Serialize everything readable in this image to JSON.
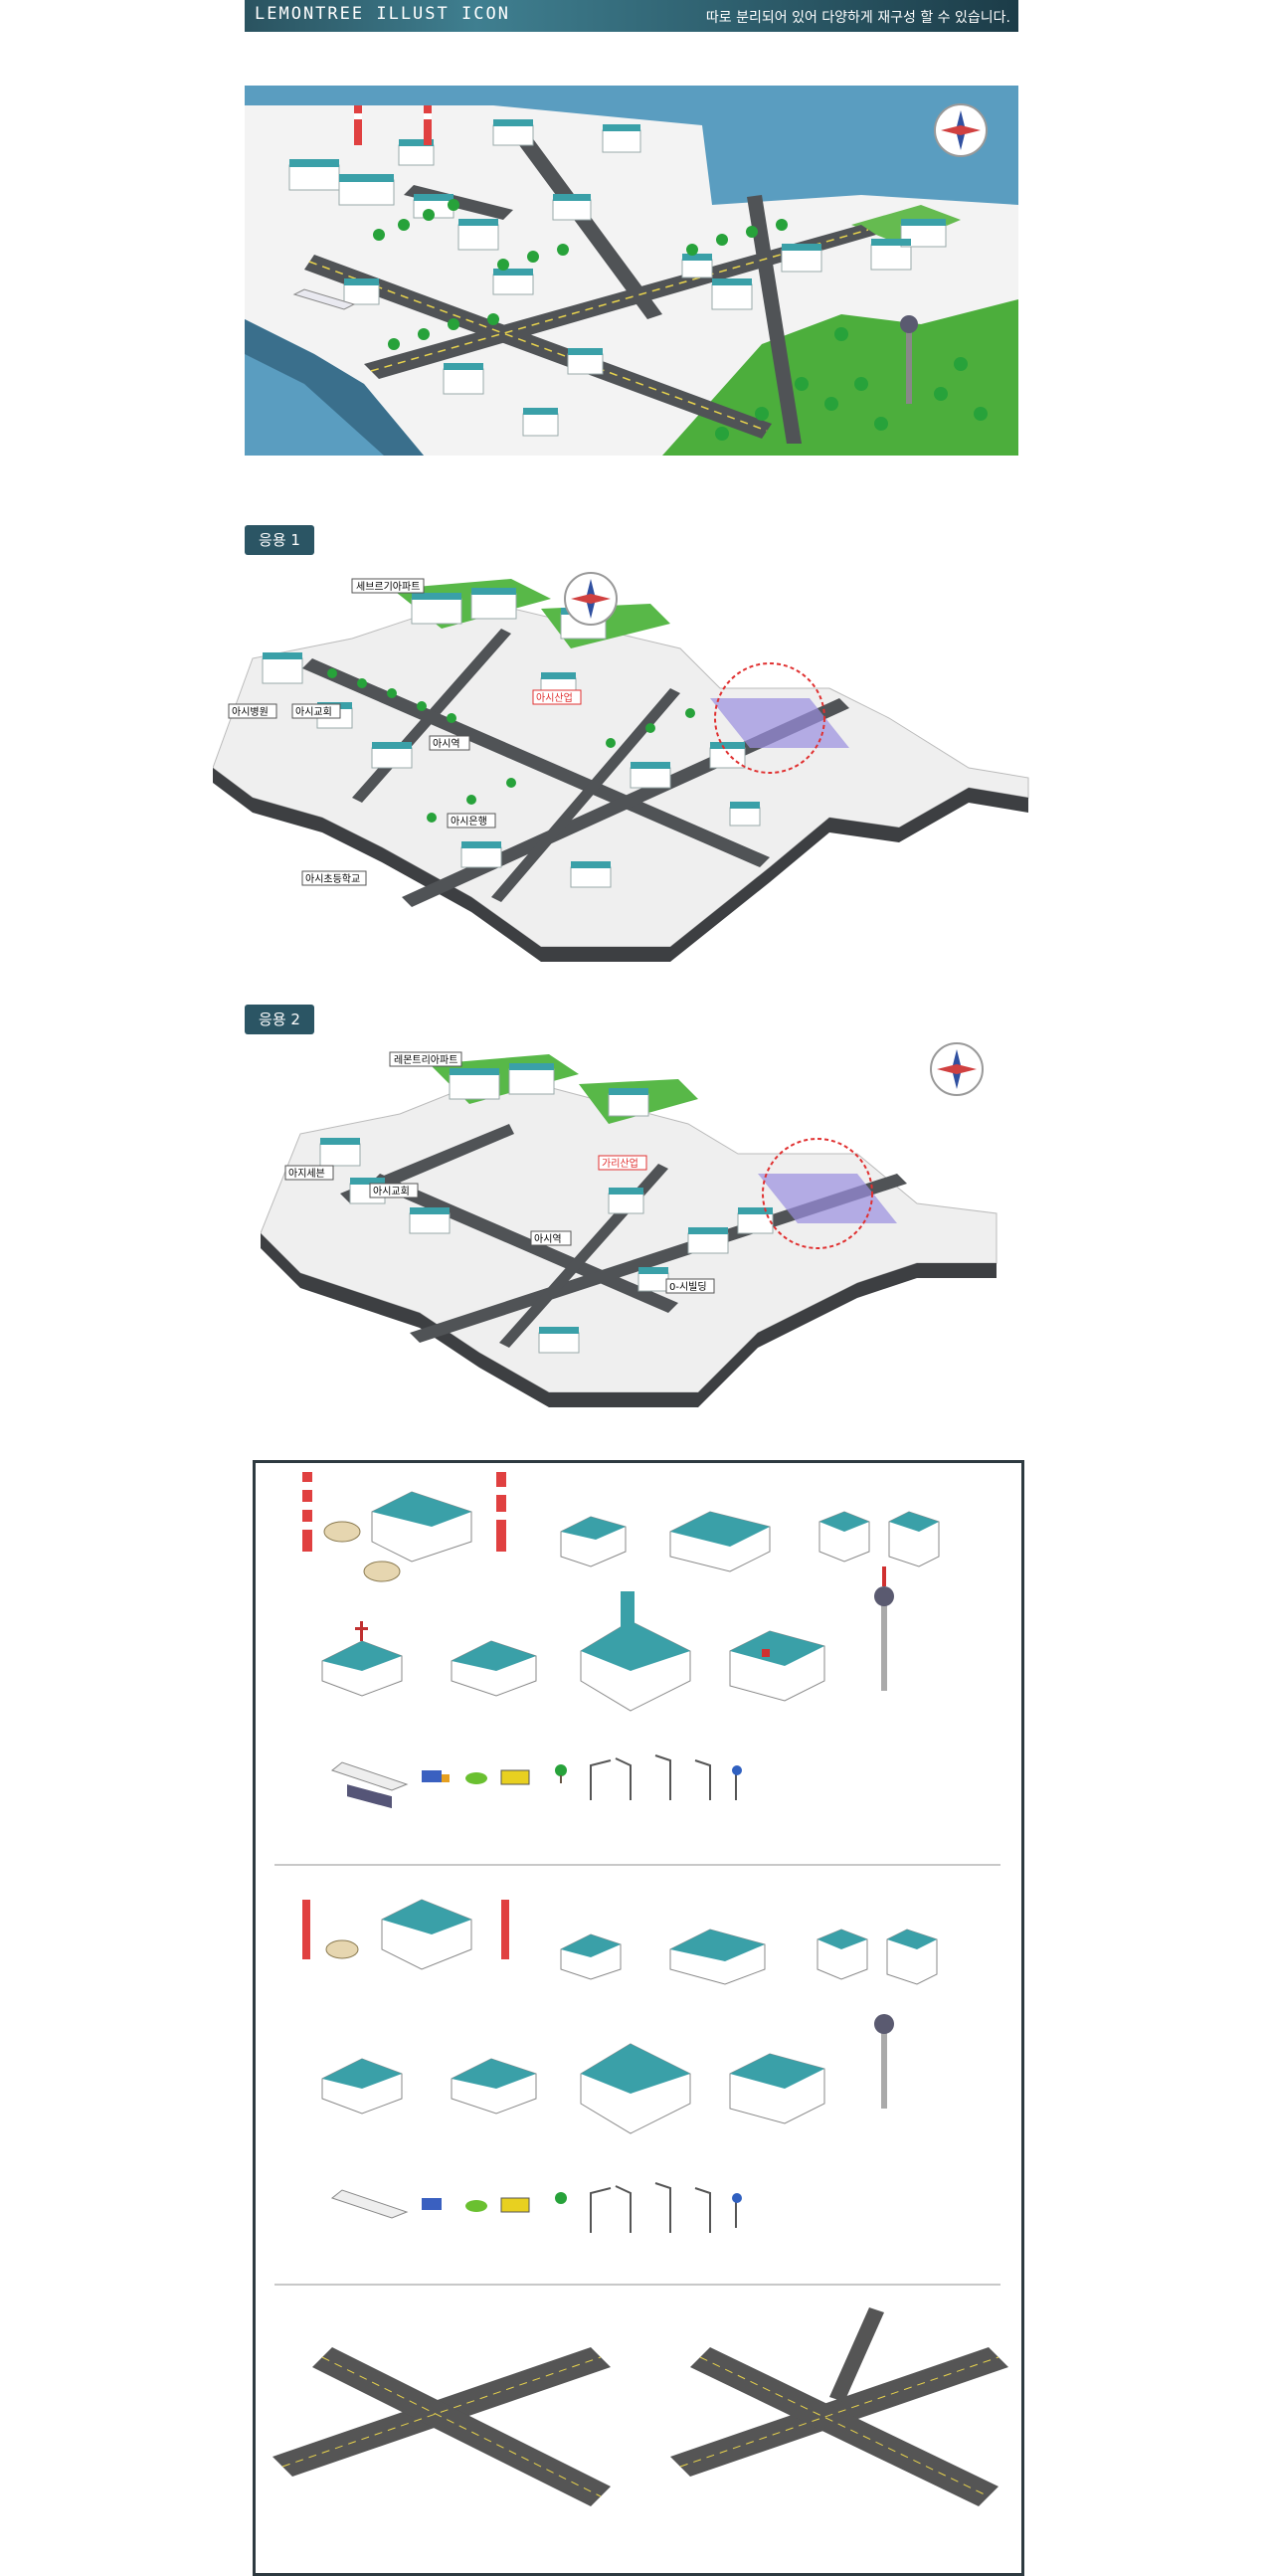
{
  "header": {
    "title": "LEMONTREE ILLUST ICON",
    "tagline": "따로 분리되어 있어 다양하게 재구성 할 수 있습니다."
  },
  "sections": {
    "app1_label": "응용 1",
    "app2_label": "응용 2"
  },
  "map1_labels": {
    "apt": "세브르기아파트",
    "hosp": "아시병원",
    "church": "아시교회",
    "station": "아시역",
    "industrial": "아시산업",
    "bank": "아시은행",
    "school": "아시초등학교"
  },
  "map2_labels": {
    "apt": "레몬트리아파트",
    "hosp": "아지세븐",
    "church": "아시교회",
    "station": "아시역",
    "industrial": "가리산업",
    "building": "0-시빌딩"
  },
  "colors": {
    "header_bg": "#2a5360",
    "badge_bg": "#2b5564",
    "water": "#5a9dc0",
    "grass": "#4cae3c",
    "road": "#505356",
    "roof": "#3aa0a8"
  }
}
